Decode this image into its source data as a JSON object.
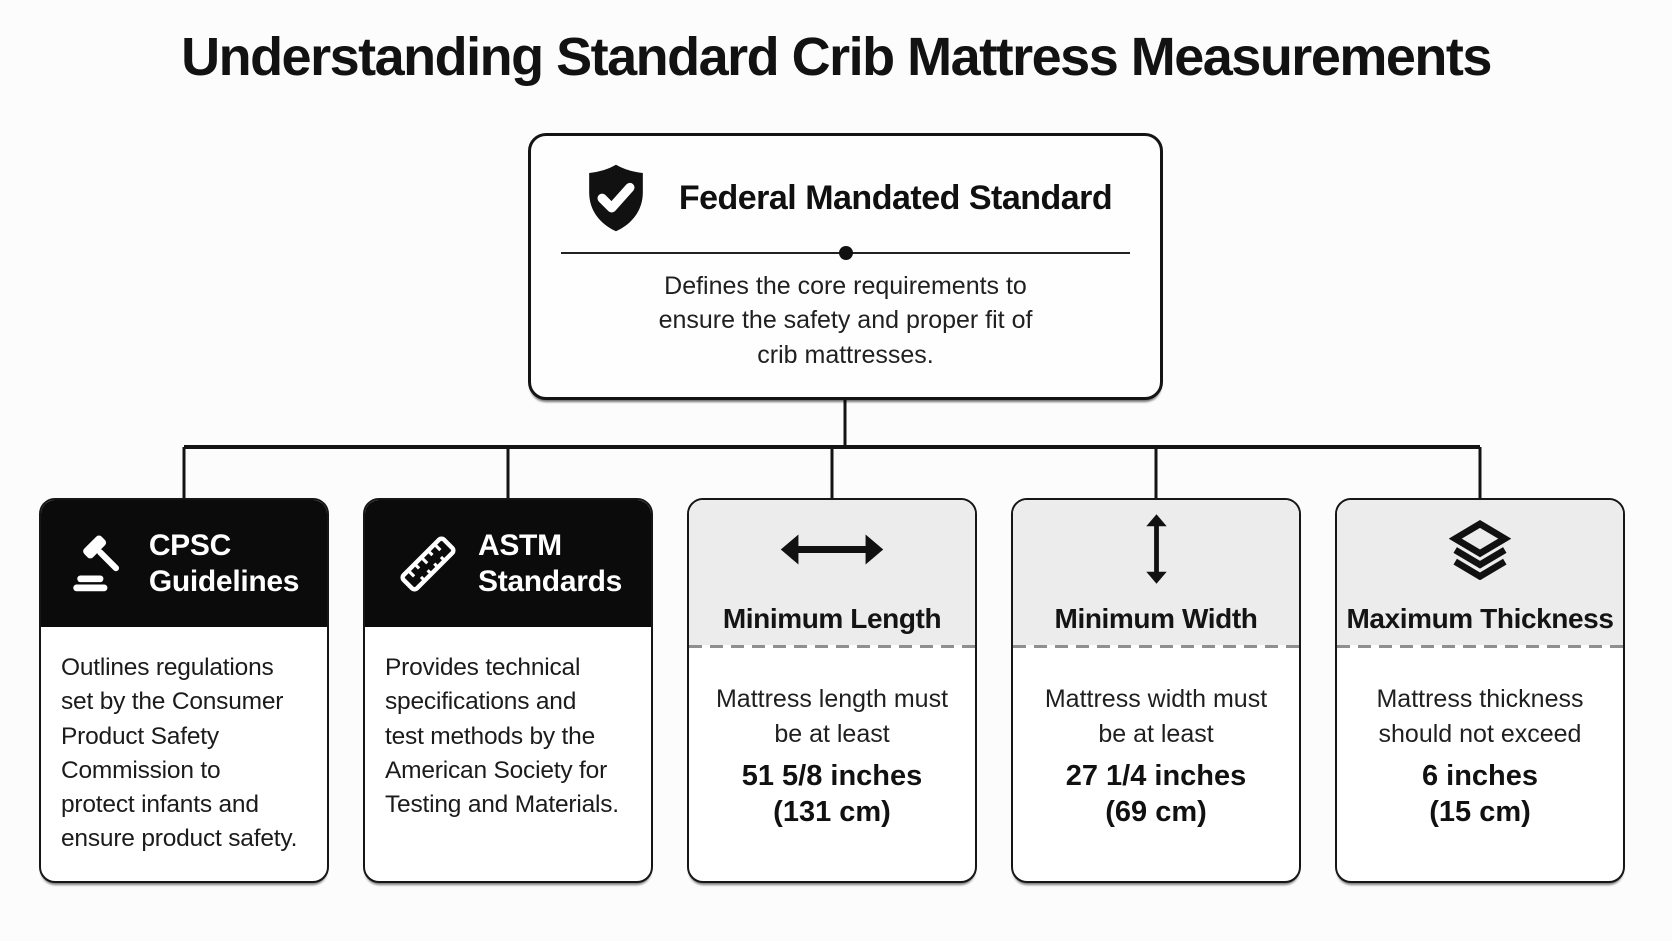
{
  "page": {
    "title": "Understanding Standard Crib Mattress Measurements"
  },
  "root_node": {
    "icon": "shield-check-icon",
    "title": "Federal Mandated Standard",
    "description": "Defines the core requirements to\nensure the safety and proper fit of\ncrib mattresses."
  },
  "cards": [
    {
      "style": "dark",
      "icon": "gavel-icon",
      "title": "CPSC\nGuidelines",
      "body": "Outlines regulations\nset by the Consumer\nProduct Safety\nCommission to\nprotect infants and\nensure product safety."
    },
    {
      "style": "dark",
      "icon": "ruler-icon",
      "title": "ASTM\nStandards",
      "body": "Provides technical\nspecifications and\ntest methods by the\nAmerican Society for\nTesting and Materials."
    },
    {
      "style": "light",
      "icon": "arrow-horizontal-icon",
      "title": "Minimum Length",
      "body": "Mattress length must\nbe at least",
      "value": "51 5/8 inches",
      "metric": "(131 cm)"
    },
    {
      "style": "light",
      "icon": "arrow-vertical-icon",
      "title": "Minimum Width",
      "body": "Mattress width must\nbe at least",
      "value": "27 1/4 inches",
      "metric": "(69 cm)"
    },
    {
      "style": "light",
      "icon": "layers-icon",
      "title": "Maximum Thickness",
      "body": "Mattress thickness\nshould not exceed",
      "value": "6 inches",
      "metric": "(15 cm)"
    }
  ],
  "colors": {
    "ink": "#141414",
    "page_bg": "#fcfcfc",
    "card_dark_bg": "#0b0b0b",
    "card_dark_text": "#ffffff",
    "light_header_bg": "#ececec",
    "dashed_divider": "#8f8f8f",
    "body_text": "#1d1d1d"
  }
}
